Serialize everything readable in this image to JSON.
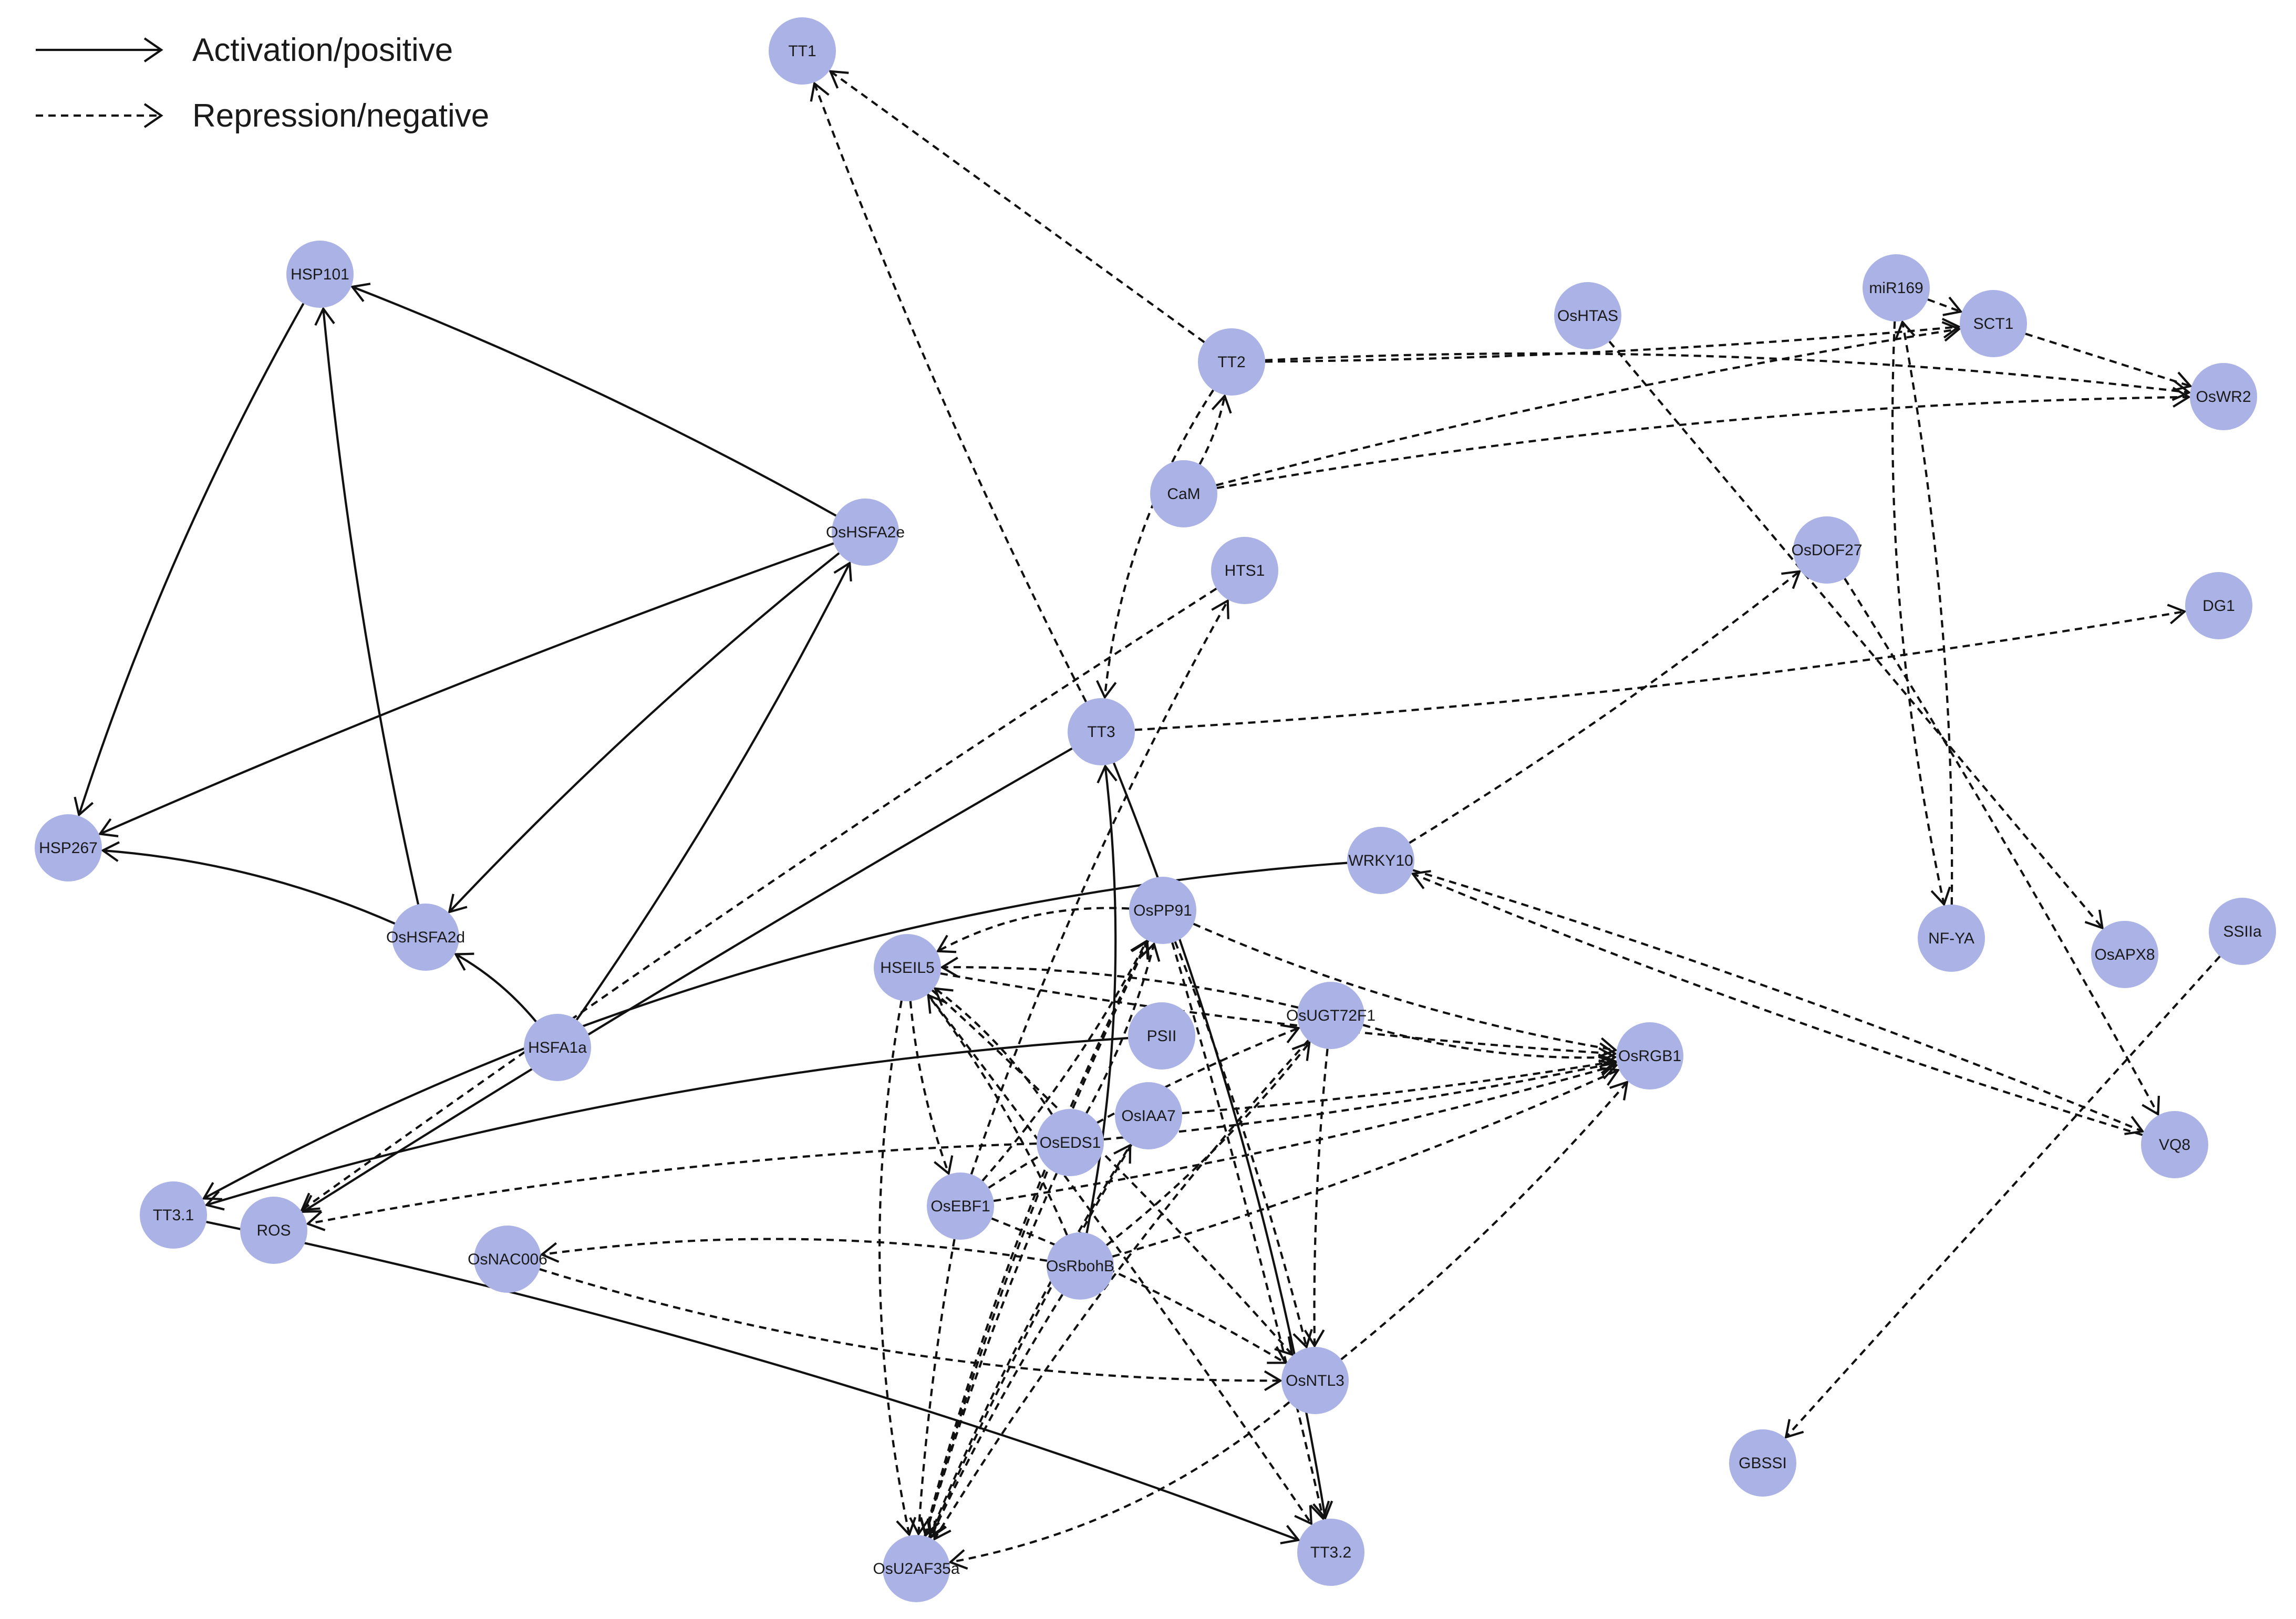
{
  "legend": {
    "activation_label": "Activation/positive",
    "repression_label": "Repression/negative"
  },
  "colors": {
    "node_fill": "#aab2e6",
    "edge": "#111111",
    "text": "#1a1a1a"
  },
  "nodes": {
    "TT1": "TT1",
    "HSP101": "HSP101",
    "HSP267": "HSP267",
    "OsHSFA2e": "OsHSFA2e",
    "OsHSFA2d": "OsHSFA2d",
    "HSFA1a": "HSFA1a",
    "TT3_1": "TT3.1",
    "ROS": "ROS",
    "OsNAC006": "OsNAC006",
    "OsU2AF35a": "OsU2AF35a",
    "TT3_2": "TT3.2",
    "TT2": "TT2",
    "CaM": "CaM",
    "HTS1": "HTS1",
    "TT3": "TT3",
    "OsHTAS": "OsHTAS",
    "miR169": "miR169",
    "SCT1": "SCT1",
    "OsWR2": "OsWR2",
    "OsDOF27": "OsDOF27",
    "DG1": "DG1",
    "WRKY10": "WRKY10",
    "NF_YA": "NF-YA",
    "OsAPX8": "OsAPX8",
    "SSIIa": "SSIIa",
    "VQ8": "VQ8",
    "GBSSI": "GBSSI",
    "OsPP91": "OsPP91",
    "HSEIL5": "HSEIL5",
    "OsUGT72F1": "OsUGT72F1",
    "PSII": "PSII",
    "OsRGB1": "OsRGB1",
    "OsIAA7": "OsIAA7",
    "OsEDS1": "OsEDS1",
    "OsEBF1": "OsEBF1",
    "OsRbohB": "OsRbohB",
    "OsNTL3": "OsNTL3"
  },
  "edges": [
    {
      "from": "HSP101",
      "to": "HSP267",
      "type": "activation"
    },
    {
      "from": "OsHSFA2d",
      "to": "HSP101",
      "type": "activation"
    },
    {
      "from": "OsHSFA2e",
      "to": "HSP101",
      "type": "activation"
    },
    {
      "from": "OsHSFA2e",
      "to": "HSP267",
      "type": "activation"
    },
    {
      "from": "OsHSFA2d",
      "to": "HSP267",
      "type": "activation"
    },
    {
      "from": "OsHSFA2e",
      "to": "OsHSFA2d",
      "type": "activation"
    },
    {
      "from": "HSFA1a",
      "to": "OsHSFA2d",
      "type": "activation"
    },
    {
      "from": "HSFA1a",
      "to": "OsHSFA2e",
      "type": "activation"
    },
    {
      "from": "TT3",
      "to": "ROS",
      "type": "activation"
    },
    {
      "from": "WRKY10",
      "to": "TT3_1",
      "type": "activation"
    },
    {
      "from": "PSII",
      "to": "TT3_1",
      "type": "activation"
    },
    {
      "from": "TT3_1",
      "to": "TT3_2",
      "type": "activation"
    },
    {
      "from": "TT3",
      "to": "TT3_2",
      "type": "activation"
    },
    {
      "from": "OsRbohB",
      "to": "TT3",
      "type": "activation"
    },
    {
      "from": "TT2",
      "to": "TT1",
      "type": "repression"
    },
    {
      "from": "TT3",
      "to": "TT1",
      "type": "repression"
    },
    {
      "from": "TT2",
      "to": "SCT1",
      "type": "repression"
    },
    {
      "from": "TT2",
      "to": "OsWR2",
      "type": "repression"
    },
    {
      "from": "CaM",
      "to": "SCT1",
      "type": "repression"
    },
    {
      "from": "CaM",
      "to": "OsWR2",
      "type": "repression"
    },
    {
      "from": "CaM",
      "to": "TT2",
      "type": "repression"
    },
    {
      "from": "SCT1",
      "to": "OsWR2",
      "type": "repression"
    },
    {
      "from": "TT2",
      "to": "TT3",
      "type": "repression"
    },
    {
      "from": "miR169",
      "to": "SCT1",
      "type": "repression"
    },
    {
      "from": "miR169",
      "to": "NF_YA",
      "type": "repression"
    },
    {
      "from": "NF_YA",
      "to": "miR169",
      "type": "repression"
    },
    {
      "from": "OsHTAS",
      "to": "OsAPX8",
      "type": "repression"
    },
    {
      "from": "OsDOF27",
      "to": "VQ8",
      "type": "repression"
    },
    {
      "from": "WRKY10",
      "to": "OsDOF27",
      "type": "repression"
    },
    {
      "from": "TT3",
      "to": "DG1",
      "type": "repression"
    },
    {
      "from": "WRKY10",
      "to": "VQ8",
      "type": "repression"
    },
    {
      "from": "VQ8",
      "to": "WRKY10",
      "type": "repression"
    },
    {
      "from": "SSIIa",
      "to": "GBSSI",
      "type": "repression"
    },
    {
      "from": "HTS1",
      "to": "ROS",
      "type": "repression"
    },
    {
      "from": "OsEBF1",
      "to": "HTS1",
      "type": "repression"
    },
    {
      "from": "OsEDS1",
      "to": "ROS",
      "type": "repression"
    },
    {
      "from": "OsRbohB",
      "to": "OsNAC006",
      "type": "repression"
    },
    {
      "from": "OsNAC006",
      "to": "OsNTL3",
      "type": "repression"
    },
    {
      "from": "OsPP91",
      "to": "HSEIL5",
      "type": "repression"
    },
    {
      "from": "OsUGT72F1",
      "to": "HSEIL5",
      "type": "repression"
    },
    {
      "from": "OsUGT72F1",
      "to": "OsRGB1",
      "type": "repression"
    },
    {
      "from": "OsPP91",
      "to": "OsRGB1",
      "type": "repression"
    },
    {
      "from": "HSEIL5",
      "to": "OsRGB1",
      "type": "repression"
    },
    {
      "from": "OsEBF1",
      "to": "OsPP91",
      "type": "repression"
    },
    {
      "from": "OsEDS1",
      "to": "OsPP91",
      "type": "repression"
    },
    {
      "from": "OsEDS1",
      "to": "HSEIL5",
      "type": "repression"
    },
    {
      "from": "OsEBF1",
      "to": "OsRGB1",
      "type": "repression"
    },
    {
      "from": "OsEDS1",
      "to": "OsRGB1",
      "type": "repression"
    },
    {
      "from": "OsEBF1",
      "to": "OsUGT72F1",
      "type": "repression"
    },
    {
      "from": "OsIAA7",
      "to": "OsRGB1",
      "type": "repression"
    },
    {
      "from": "OsRbohB",
      "to": "OsRGB1",
      "type": "repression"
    },
    {
      "from": "OsRbohB",
      "to": "OsUGT72F1",
      "type": "repression"
    },
    {
      "from": "OsRbohB",
      "to": "HSEIL5",
      "type": "repression"
    },
    {
      "from": "HSEIL5",
      "to": "OsEBF1",
      "type": "repression"
    },
    {
      "from": "HSEIL5",
      "to": "OsNTL3",
      "type": "repression"
    },
    {
      "from": "OsPP91",
      "to": "OsNTL3",
      "type": "repression"
    },
    {
      "from": "OsUGT72F1",
      "to": "OsNTL3",
      "type": "repression"
    },
    {
      "from": "OsEBF1",
      "to": "OsNTL3",
      "type": "repression"
    },
    {
      "from": "OsNTL3",
      "to": "OsRGB1",
      "type": "repression"
    },
    {
      "from": "OsNTL3",
      "to": "OsU2AF35a",
      "type": "repression"
    },
    {
      "from": "HSEIL5",
      "to": "OsU2AF35a",
      "type": "repression"
    },
    {
      "from": "OsPP91",
      "to": "OsU2AF35a",
      "type": "repression"
    },
    {
      "from": "OsEBF1",
      "to": "OsU2AF35a",
      "type": "repression"
    },
    {
      "from": "OsEDS1",
      "to": "OsU2AF35a",
      "type": "repression"
    },
    {
      "from": "OsIAA7",
      "to": "OsU2AF35a",
      "type": "repression"
    },
    {
      "from": "OsRbohB",
      "to": "OsU2AF35a",
      "type": "repression"
    },
    {
      "from": "OsUGT72F1",
      "to": "OsU2AF35a",
      "type": "repression"
    },
    {
      "from": "HSEIL5",
      "to": "TT3_2",
      "type": "repression"
    },
    {
      "from": "OsPP91",
      "to": "TT3_2",
      "type": "repression"
    },
    {
      "from": "OsU2AF35a",
      "to": "OsIAA7",
      "type": "repression"
    },
    {
      "from": "OsU2AF35a",
      "to": "OsPP91",
      "type": "repression"
    }
  ]
}
